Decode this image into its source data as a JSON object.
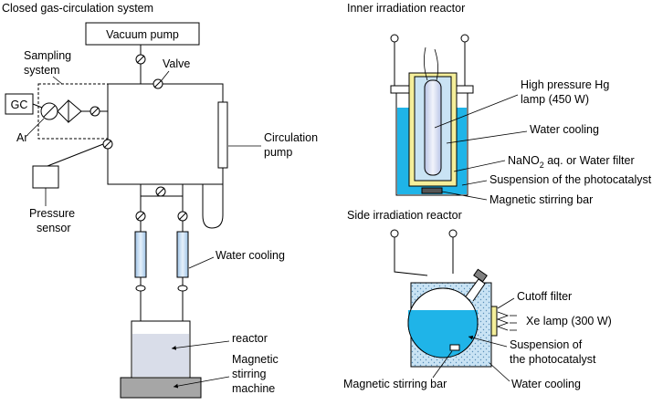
{
  "left": {
    "title": "Closed gas-circulation system",
    "vacuum_pump": "Vacuum pump",
    "valve": "Valve",
    "sampling_line1": "Sampling",
    "sampling_line2": "system",
    "gc": "GC",
    "ar": "Ar",
    "circulation_line1": "Circulation",
    "circulation_line2": "pump",
    "pressure_line1": "Pressure",
    "pressure_line2": "sensor",
    "water_cooling": "Water cooling",
    "reactor": "reactor",
    "magnetic_line1": "Magnetic",
    "magnetic_line2": "stirring",
    "magnetic_line3": "machine"
  },
  "inner": {
    "title": "Inner irradiation reactor",
    "hg_line1": "High pressure Hg",
    "hg_line2": "lamp (450 W)",
    "water_cooling": "Water cooling",
    "nano2_pre": "NaNO",
    "nano2_sub": "2",
    "nano2_post": " aq. or Water filter",
    "suspension": "Suspension of the photocatalyst",
    "stirring_bar": "Magnetic stirring bar"
  },
  "side": {
    "title": "Side irradiation reactor",
    "cutoff": "Cutoff filter",
    "xe_lamp": "Xe lamp (300 W)",
    "suspension_line1": "Suspension of",
    "suspension_line2": "the photocatalyst",
    "stirring_bar": "Magnetic stirring bar",
    "water_cooling": "Water cooling"
  },
  "colors": {
    "water_blue": "#1fb4e8",
    "light_blue": "#c9e3f4",
    "reactor_fill": "#d9dde9",
    "base_gray": "#a6a6a6",
    "filter_yellow": "#f5ef9a"
  }
}
